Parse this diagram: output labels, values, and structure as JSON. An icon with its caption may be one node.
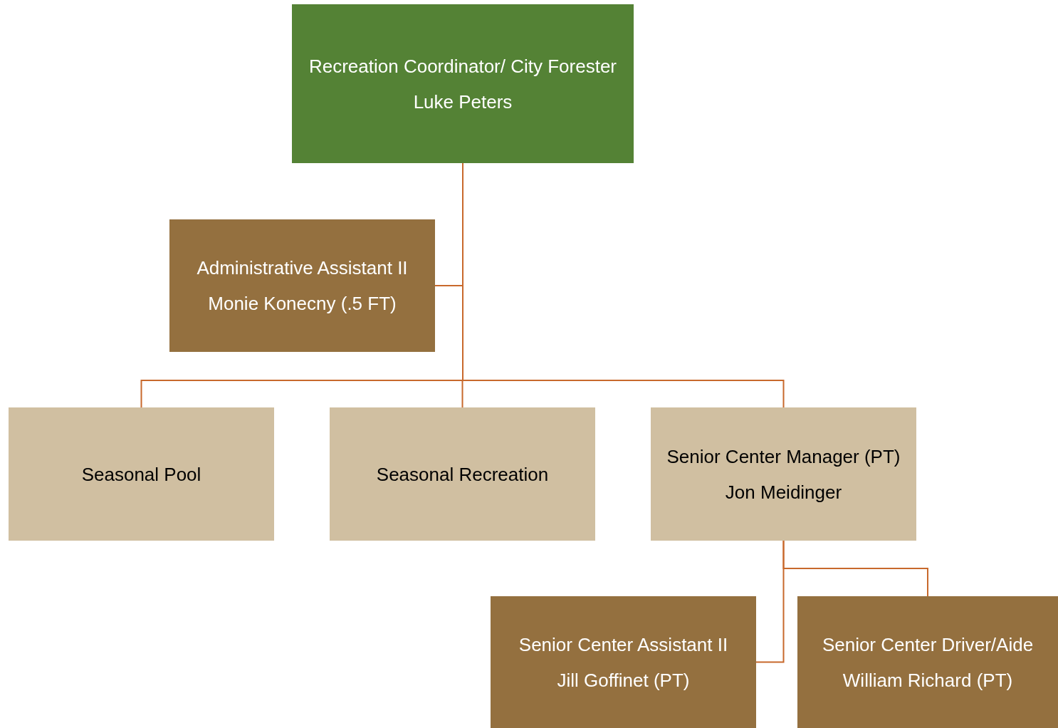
{
  "diagram": {
    "nodes": [
      {
        "text": [
          "Recreation Coordinator/ City Forester",
          "Luke Peters"
        ]
      },
      {
        "text": [
          "Administrative Assistant II",
          "Monie Konecny (.5 FT)"
        ]
      },
      {
        "text": [
          "Seasonal Pool"
        ]
      },
      {
        "text": [
          "Seasonal Recreation"
        ]
      },
      {
        "text": [
          "Senior Center Manager (PT)",
          "Jon Meidinger"
        ]
      },
      {
        "text": [
          "Senior Center Assistant II",
          "Jill Goffinet (PT)"
        ]
      },
      {
        "text": [
          "Senior Center Driver/Aide",
          "William Richard (PT)"
        ]
      }
    ],
    "edges": [
      {
        "from": 0,
        "to": 1,
        "arrow": "none"
      },
      {
        "from": 0,
        "to": 2,
        "arrow": "none"
      },
      {
        "from": 0,
        "to": 3,
        "arrow": "none"
      },
      {
        "from": 0,
        "to": 4,
        "arrow": "none"
      },
      {
        "from": 4,
        "to": 5,
        "arrow": "none"
      },
      {
        "from": 4,
        "to": 6,
        "arrow": "none"
      }
    ]
  }
}
